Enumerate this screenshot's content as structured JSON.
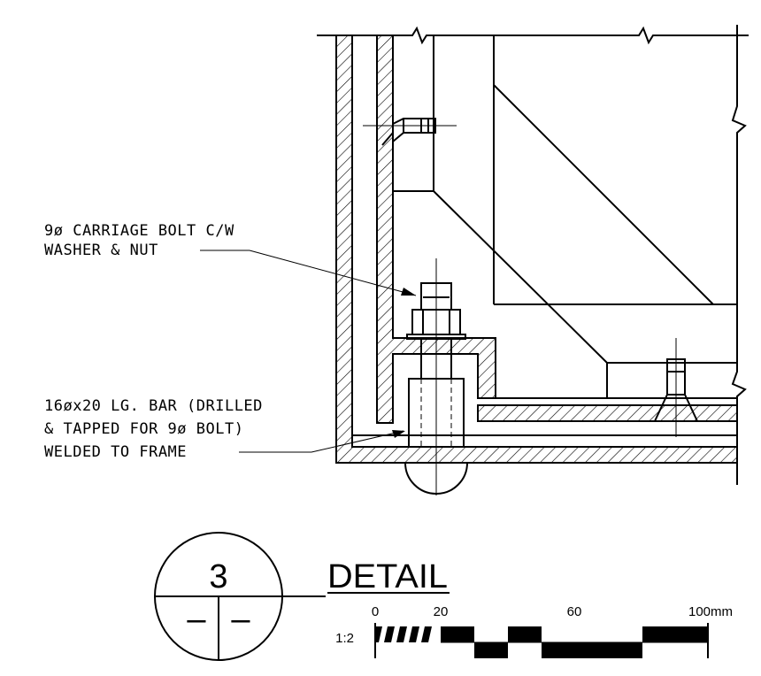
{
  "callouts": {
    "bolt_line1": "9ø CARRIAGE BOLT C/W",
    "bolt_line2": "WASHER & NUT",
    "bar_line1": "16øx20 LG. BAR (DRILLED",
    "bar_line2": "& TAPPED FOR 9ø BOLT)",
    "bar_line3": "WELDED TO FRAME"
  },
  "detail": {
    "title": "DETAIL",
    "number": "3",
    "sheet_left": "–",
    "sheet_right": "–"
  },
  "scale_bar": {
    "ratio": "1:2",
    "ticks": [
      "0",
      "20",
      "60",
      "100mm"
    ]
  }
}
